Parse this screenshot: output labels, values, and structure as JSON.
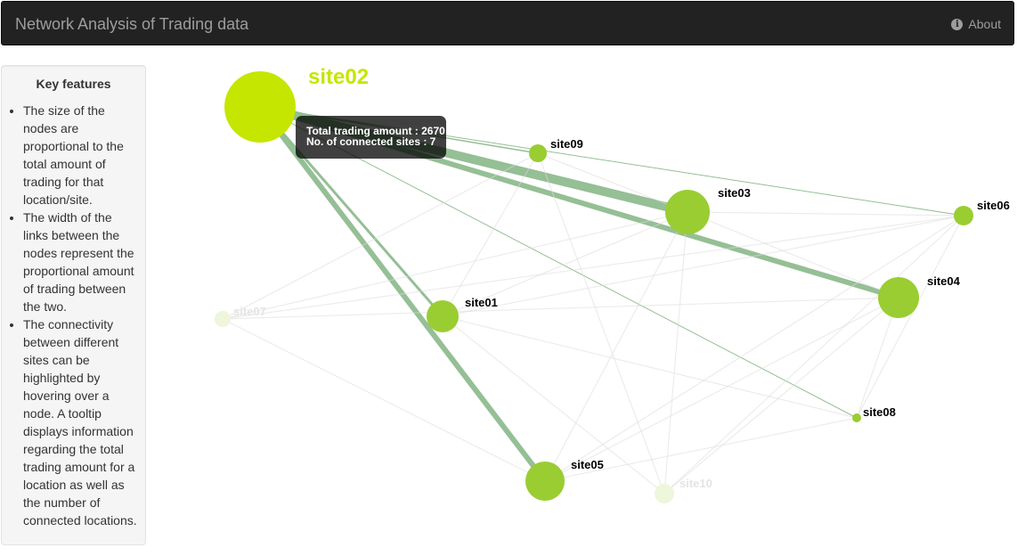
{
  "navbar": {
    "title": "Network Analysis of Trading data",
    "about_label": "About",
    "icon": "info-circle-icon"
  },
  "sidebar": {
    "title": "Key features",
    "items": [
      "The size of the nodes are proportional to the total amount of trading for that location/site.",
      "The width of the links between the nodes represent the proportional amount of trading between the two.",
      "The connectivity between different sites can be highlighted by hovering over a node. A tooltip displays information regarding the total trading amount for a location as well as the number of connected locations."
    ]
  },
  "tooltip": {
    "line1": "Total trading amount : 2670",
    "line2": "No. of connected sites : 7"
  },
  "colors": {
    "node": "#9acd32",
    "highlight": "#c5e600",
    "link": "#8fbc8f",
    "faded": "#eef6dc"
  },
  "graph": {
    "nodes": [
      {
        "id": "site02",
        "label": "site02",
        "state": "hovered"
      },
      {
        "id": "site09",
        "label": "site09",
        "state": "active"
      },
      {
        "id": "site03",
        "label": "site03",
        "state": "active"
      },
      {
        "id": "site06",
        "label": "site06",
        "state": "active"
      },
      {
        "id": "site04",
        "label": "site04",
        "state": "active"
      },
      {
        "id": "site01",
        "label": "site01",
        "state": "active"
      },
      {
        "id": "site07",
        "label": "site07",
        "state": "faded"
      },
      {
        "id": "site08",
        "label": "site08",
        "state": "active"
      },
      {
        "id": "site05",
        "label": "site05",
        "state": "active"
      },
      {
        "id": "site10",
        "label": "site10",
        "state": "faded"
      }
    ],
    "links": [
      {
        "source": "site02",
        "target": "site03",
        "highlighted": true
      },
      {
        "source": "site02",
        "target": "site04",
        "highlighted": true
      },
      {
        "source": "site02",
        "target": "site05",
        "highlighted": true
      },
      {
        "source": "site02",
        "target": "site01",
        "highlighted": true
      },
      {
        "source": "site02",
        "target": "site09",
        "highlighted": true
      },
      {
        "source": "site02",
        "target": "site06",
        "highlighted": true
      },
      {
        "source": "site02",
        "target": "site08",
        "highlighted": true
      },
      {
        "source": "site07",
        "target": "site04",
        "highlighted": false
      },
      {
        "source": "site07",
        "target": "site03",
        "highlighted": false
      },
      {
        "source": "site07",
        "target": "site06",
        "highlighted": false
      },
      {
        "source": "site07",
        "target": "site05",
        "highlighted": false
      },
      {
        "source": "site07",
        "target": "site09",
        "highlighted": false
      },
      {
        "source": "site01",
        "target": "site10",
        "highlighted": false
      },
      {
        "source": "site01",
        "target": "site08",
        "highlighted": false
      },
      {
        "source": "site01",
        "target": "site06",
        "highlighted": false
      },
      {
        "source": "site01",
        "target": "site03",
        "highlighted": false
      },
      {
        "source": "site01",
        "target": "site09",
        "highlighted": false
      },
      {
        "source": "site09",
        "target": "site10",
        "highlighted": false
      },
      {
        "source": "site09",
        "target": "site03",
        "highlighted": false
      },
      {
        "source": "site03",
        "target": "site10",
        "highlighted": false
      },
      {
        "source": "site03",
        "target": "site06",
        "highlighted": false
      },
      {
        "source": "site03",
        "target": "site04",
        "highlighted": false
      },
      {
        "source": "site05",
        "target": "site04",
        "highlighted": false
      },
      {
        "source": "site05",
        "target": "site06",
        "highlighted": false
      },
      {
        "source": "site05",
        "target": "site08",
        "highlighted": false
      },
      {
        "source": "site05",
        "target": "site03",
        "highlighted": false
      },
      {
        "source": "site10",
        "target": "site06",
        "highlighted": false
      },
      {
        "source": "site10",
        "target": "site04",
        "highlighted": false
      },
      {
        "source": "site04",
        "target": "site08",
        "highlighted": false
      },
      {
        "source": "site06",
        "target": "site08",
        "highlighted": false
      }
    ]
  }
}
